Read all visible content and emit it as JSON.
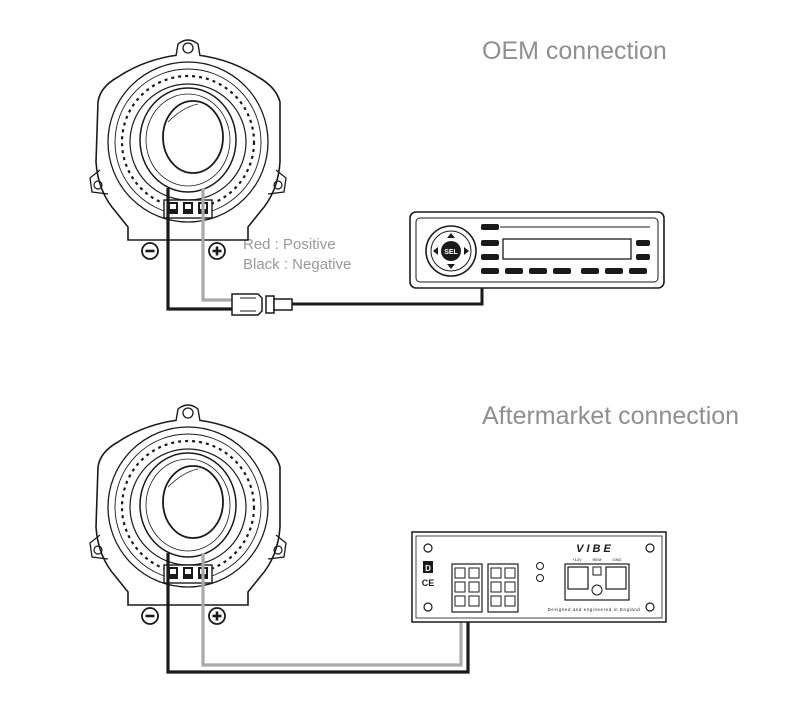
{
  "sections": {
    "oem": {
      "title": "OEM connection"
    },
    "aftermarket": {
      "title": "Aftermarket connection"
    }
  },
  "legend": {
    "red": "Red : Positive",
    "black": "Black : Negative"
  },
  "polarity": {
    "negative": "−",
    "positive": "+"
  },
  "head_unit": {
    "select_label": "SEL"
  },
  "amplifier": {
    "brand": "VIBE",
    "tagline": "Designed and engineered in England",
    "ce_mark": "CE",
    "badge": "D",
    "power_labels": [
      "+12V",
      "REM",
      "GND"
    ]
  },
  "colors": {
    "positive_wire": "#a9a9a9",
    "negative_wire": "#1a1a1a",
    "line_art": "#1a1a1a",
    "heading_text": "#8f8f8f"
  },
  "icons": [
    "speaker-icon",
    "head-unit-icon",
    "connector-icon",
    "amplifier-icon",
    "minus-icon",
    "plus-icon"
  ]
}
